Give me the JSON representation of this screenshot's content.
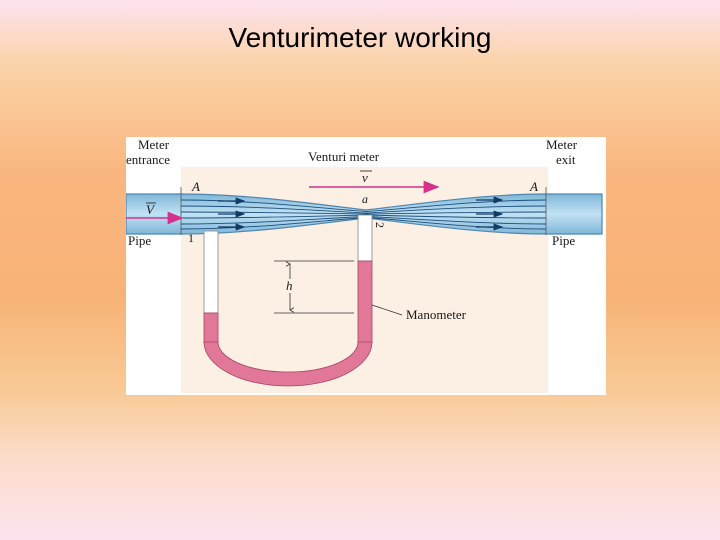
{
  "slide": {
    "title": "Venturimeter working"
  },
  "diagram": {
    "labels": {
      "meter_entrance_line1": "Meter",
      "meter_entrance_line2": "entrance",
      "meter_exit_line1": "Meter",
      "meter_exit_line2": "exit",
      "venturi_meter": "Venturi meter",
      "area_entrance": "A",
      "area_throat": "a",
      "area_exit": "A",
      "velocity_throat": "v",
      "velocity_inlet": "V",
      "pipe_left": "Pipe",
      "pipe_right": "Pipe",
      "point_1": "1",
      "point_2": "2",
      "height": "h",
      "manometer": "Manometer"
    },
    "colors": {
      "pipe_fluid": "#a9d3ec",
      "manometer_fluid": "#e27898",
      "velocity_arrow": "#d5308c",
      "diagram_background": "#fcefe3"
    }
  }
}
